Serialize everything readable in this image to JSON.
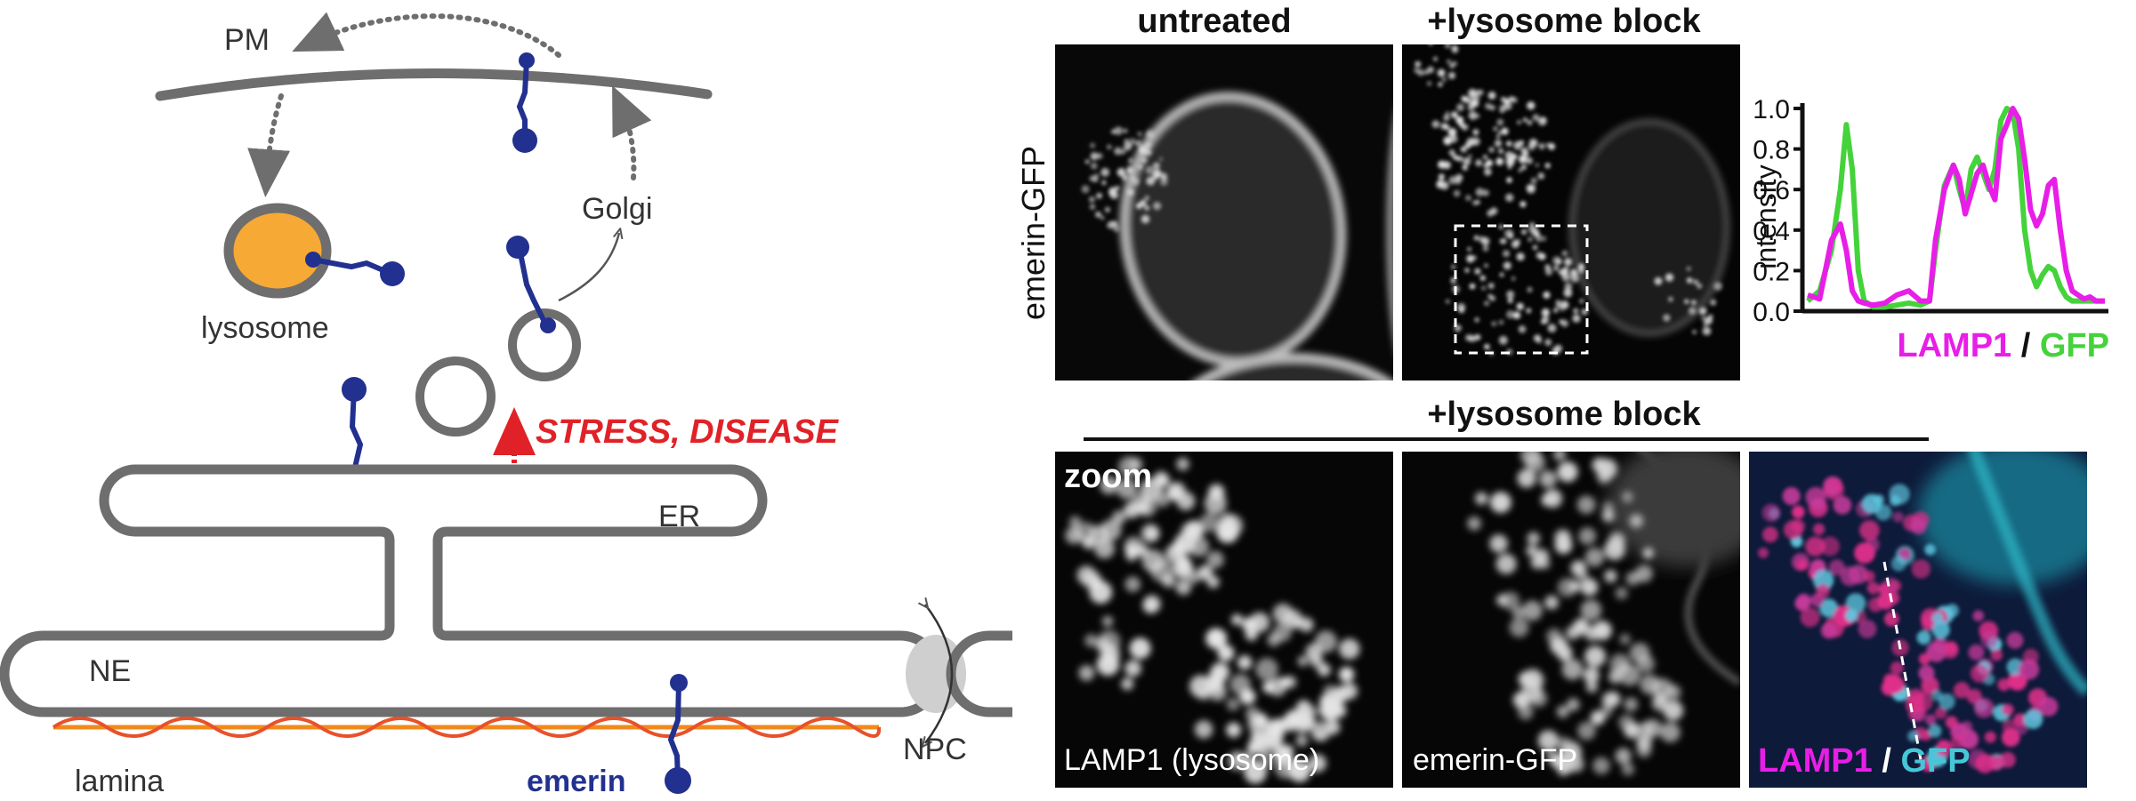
{
  "diagram": {
    "labels": {
      "pm": "PM",
      "golgi": "Golgi",
      "lysosome": "lysosome",
      "er": "ER",
      "ne": "NE",
      "npc": "NPC",
      "lamina": "lamina",
      "emerin": "emerin",
      "stress": "STRESS, DISEASE"
    },
    "colors": {
      "membrane": "#6e6e6e",
      "protein": "#22308f",
      "lysosome_fill": "#f7a935",
      "lamina_line": "#f08a1c",
      "lamina_wave": "#e8512a",
      "stress": "#e02228",
      "npc": "#cfcfcf"
    }
  },
  "micrographs": {
    "col_untreated": "untreated",
    "col_block": "+lysosome block",
    "row_label": "emerin-GFP",
    "zoom_header": "+lysosome block",
    "zoom_tag": "zoom",
    "panel_lamp1": "LAMP1 (lysosome)",
    "panel_gfp": "emerin-GFP",
    "merge_lamp1": "LAMP1",
    "merge_sep": " / ",
    "merge_gfp": "GFP",
    "colors": {
      "lamp1": "#e81ee8",
      "gfp": "#44d33a",
      "gfp_merge": "#44c8d8"
    }
  },
  "chart_data": {
    "type": "line",
    "ylabel": "intensity",
    "ylim": [
      0.0,
      1.0
    ],
    "yticks": [
      "0.0",
      "0.2",
      "0.4",
      "0.6",
      "0.8",
      "1.0"
    ],
    "legend_lamp1": "LAMP1",
    "legend_sep": " / ",
    "legend_gfp": "GFP",
    "x": [
      0,
      0.04,
      0.08,
      0.11,
      0.13,
      0.15,
      0.17,
      0.19,
      0.22,
      0.26,
      0.3,
      0.34,
      0.38,
      0.41,
      0.43,
      0.46,
      0.49,
      0.51,
      0.53,
      0.55,
      0.57,
      0.59,
      0.61,
      0.63,
      0.65,
      0.67,
      0.69,
      0.71,
      0.73,
      0.75,
      0.77,
      0.79,
      0.81,
      0.83,
      0.85,
      0.87,
      0.89,
      0.91,
      0.93,
      0.95,
      0.97,
      1.0
    ],
    "series": [
      {
        "name": "LAMP1",
        "color": "#e81ee8",
        "values": [
          0.08,
          0.06,
          0.35,
          0.43,
          0.3,
          0.1,
          0.05,
          0.04,
          0.03,
          0.04,
          0.08,
          0.1,
          0.05,
          0.05,
          0.35,
          0.6,
          0.72,
          0.65,
          0.48,
          0.58,
          0.68,
          0.72,
          0.62,
          0.55,
          0.85,
          0.92,
          1.0,
          0.95,
          0.75,
          0.5,
          0.42,
          0.48,
          0.62,
          0.65,
          0.4,
          0.2,
          0.1,
          0.08,
          0.06,
          0.07,
          0.05,
          0.05
        ]
      },
      {
        "name": "GFP",
        "color": "#44d33a",
        "values": [
          0.05,
          0.1,
          0.3,
          0.6,
          0.92,
          0.7,
          0.2,
          0.05,
          0.02,
          0.02,
          0.03,
          0.04,
          0.03,
          0.05,
          0.3,
          0.62,
          0.72,
          0.6,
          0.5,
          0.7,
          0.76,
          0.68,
          0.6,
          0.7,
          0.94,
          1.0,
          0.98,
          0.8,
          0.4,
          0.2,
          0.12,
          0.18,
          0.22,
          0.2,
          0.12,
          0.07,
          0.05,
          0.05,
          0.05,
          0.05,
          0.05,
          0.05
        ]
      }
    ]
  }
}
